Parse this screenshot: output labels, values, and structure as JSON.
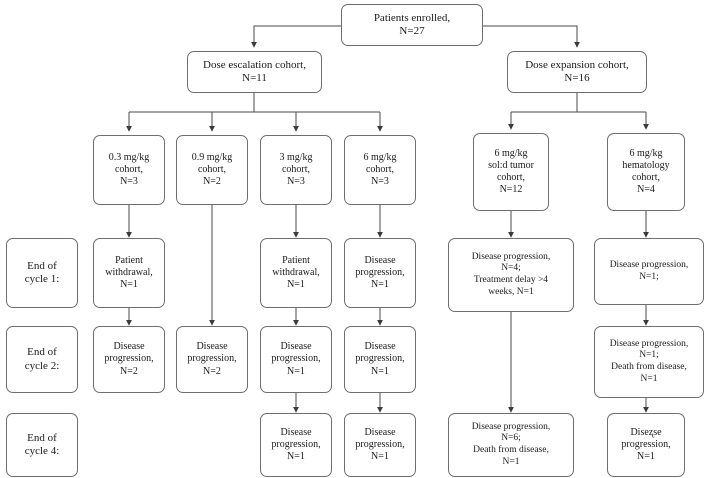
{
  "diagram": {
    "title": "CONSORT-style patient disposition flow diagram",
    "stroke_color": "#6e6e6e",
    "arrow_color": "#3a3a3a",
    "text_color": "#1a1a1a",
    "background": "#ffffff"
  },
  "root": {
    "label": "Patients enrolled,\nN=27"
  },
  "arms": [
    {
      "id": "escalation",
      "label": "Dose escalation cohort,\nN=11"
    },
    {
      "id": "expansion",
      "label": "Dose expansion cohort,\nN=16"
    }
  ],
  "cohorts": [
    {
      "id": "c03",
      "label": "0.3 mg/kg\ncohort,\nN=3"
    },
    {
      "id": "c09",
      "label": "0.9 mg/kg\ncohort,\nN=2"
    },
    {
      "id": "c3",
      "label": "3 mg/kg\ncohort,\nN=3"
    },
    {
      "id": "c6",
      "label": "6 mg/kg\ncohort,\nN=3"
    },
    {
      "id": "c6st",
      "label": "6 mg/kg\nsol:d tumor\ncohort,\nN=12"
    },
    {
      "id": "c6h",
      "label": "6 mg/kg\nhematology\ncohort,\nN=4"
    }
  ],
  "cycle_labels": [
    {
      "id": "cycle1",
      "label": "End of\ncycle 1:"
    },
    {
      "id": "cycle2",
      "label": "End of\ncycle 2:"
    },
    {
      "id": "cycle4",
      "label": "End of\ncycle 4:"
    }
  ],
  "cycle1_events": [
    {
      "column": "c03",
      "label": "Patient\nwithdrawal,\nN=1"
    },
    {
      "column": "c3",
      "label": "Patient\nwithdrawal,\nN=1"
    },
    {
      "column": "c6",
      "label": "Disease\nprogression,\nN=1"
    },
    {
      "column": "c6st",
      "label": "Disease progression,\nN=4;\nTreatment delay >4\nweeks, N=1"
    },
    {
      "column": "c6h",
      "label": "Disease progression,\nN=1;"
    }
  ],
  "cycle2_events": [
    {
      "column": "c03",
      "label": "Disease\nprogression,\nN=2"
    },
    {
      "column": "c09",
      "label": "Disease\nprogression,\nN=2"
    },
    {
      "column": "c3",
      "label": "Disease\nprogression,\nN=1"
    },
    {
      "column": "c6",
      "label": "Disease\nprogression,\nN=1"
    },
    {
      "column": "c6h",
      "label": "Disease progression,\nN=1;\nDeath from disease,\nN=1"
    }
  ],
  "cycle4_events": [
    {
      "column": "c3",
      "label": "Disease\nprogression,\nN=1"
    },
    {
      "column": "c6",
      "label": "Disease\nprogression,\nN=1"
    },
    {
      "column": "c6st",
      "label": "Disease progression,\nN=6;\nDeath from disease,\nN=1"
    },
    {
      "column": "c6h",
      "label": "Diseʐse\nprogression,\nN=1"
    }
  ]
}
